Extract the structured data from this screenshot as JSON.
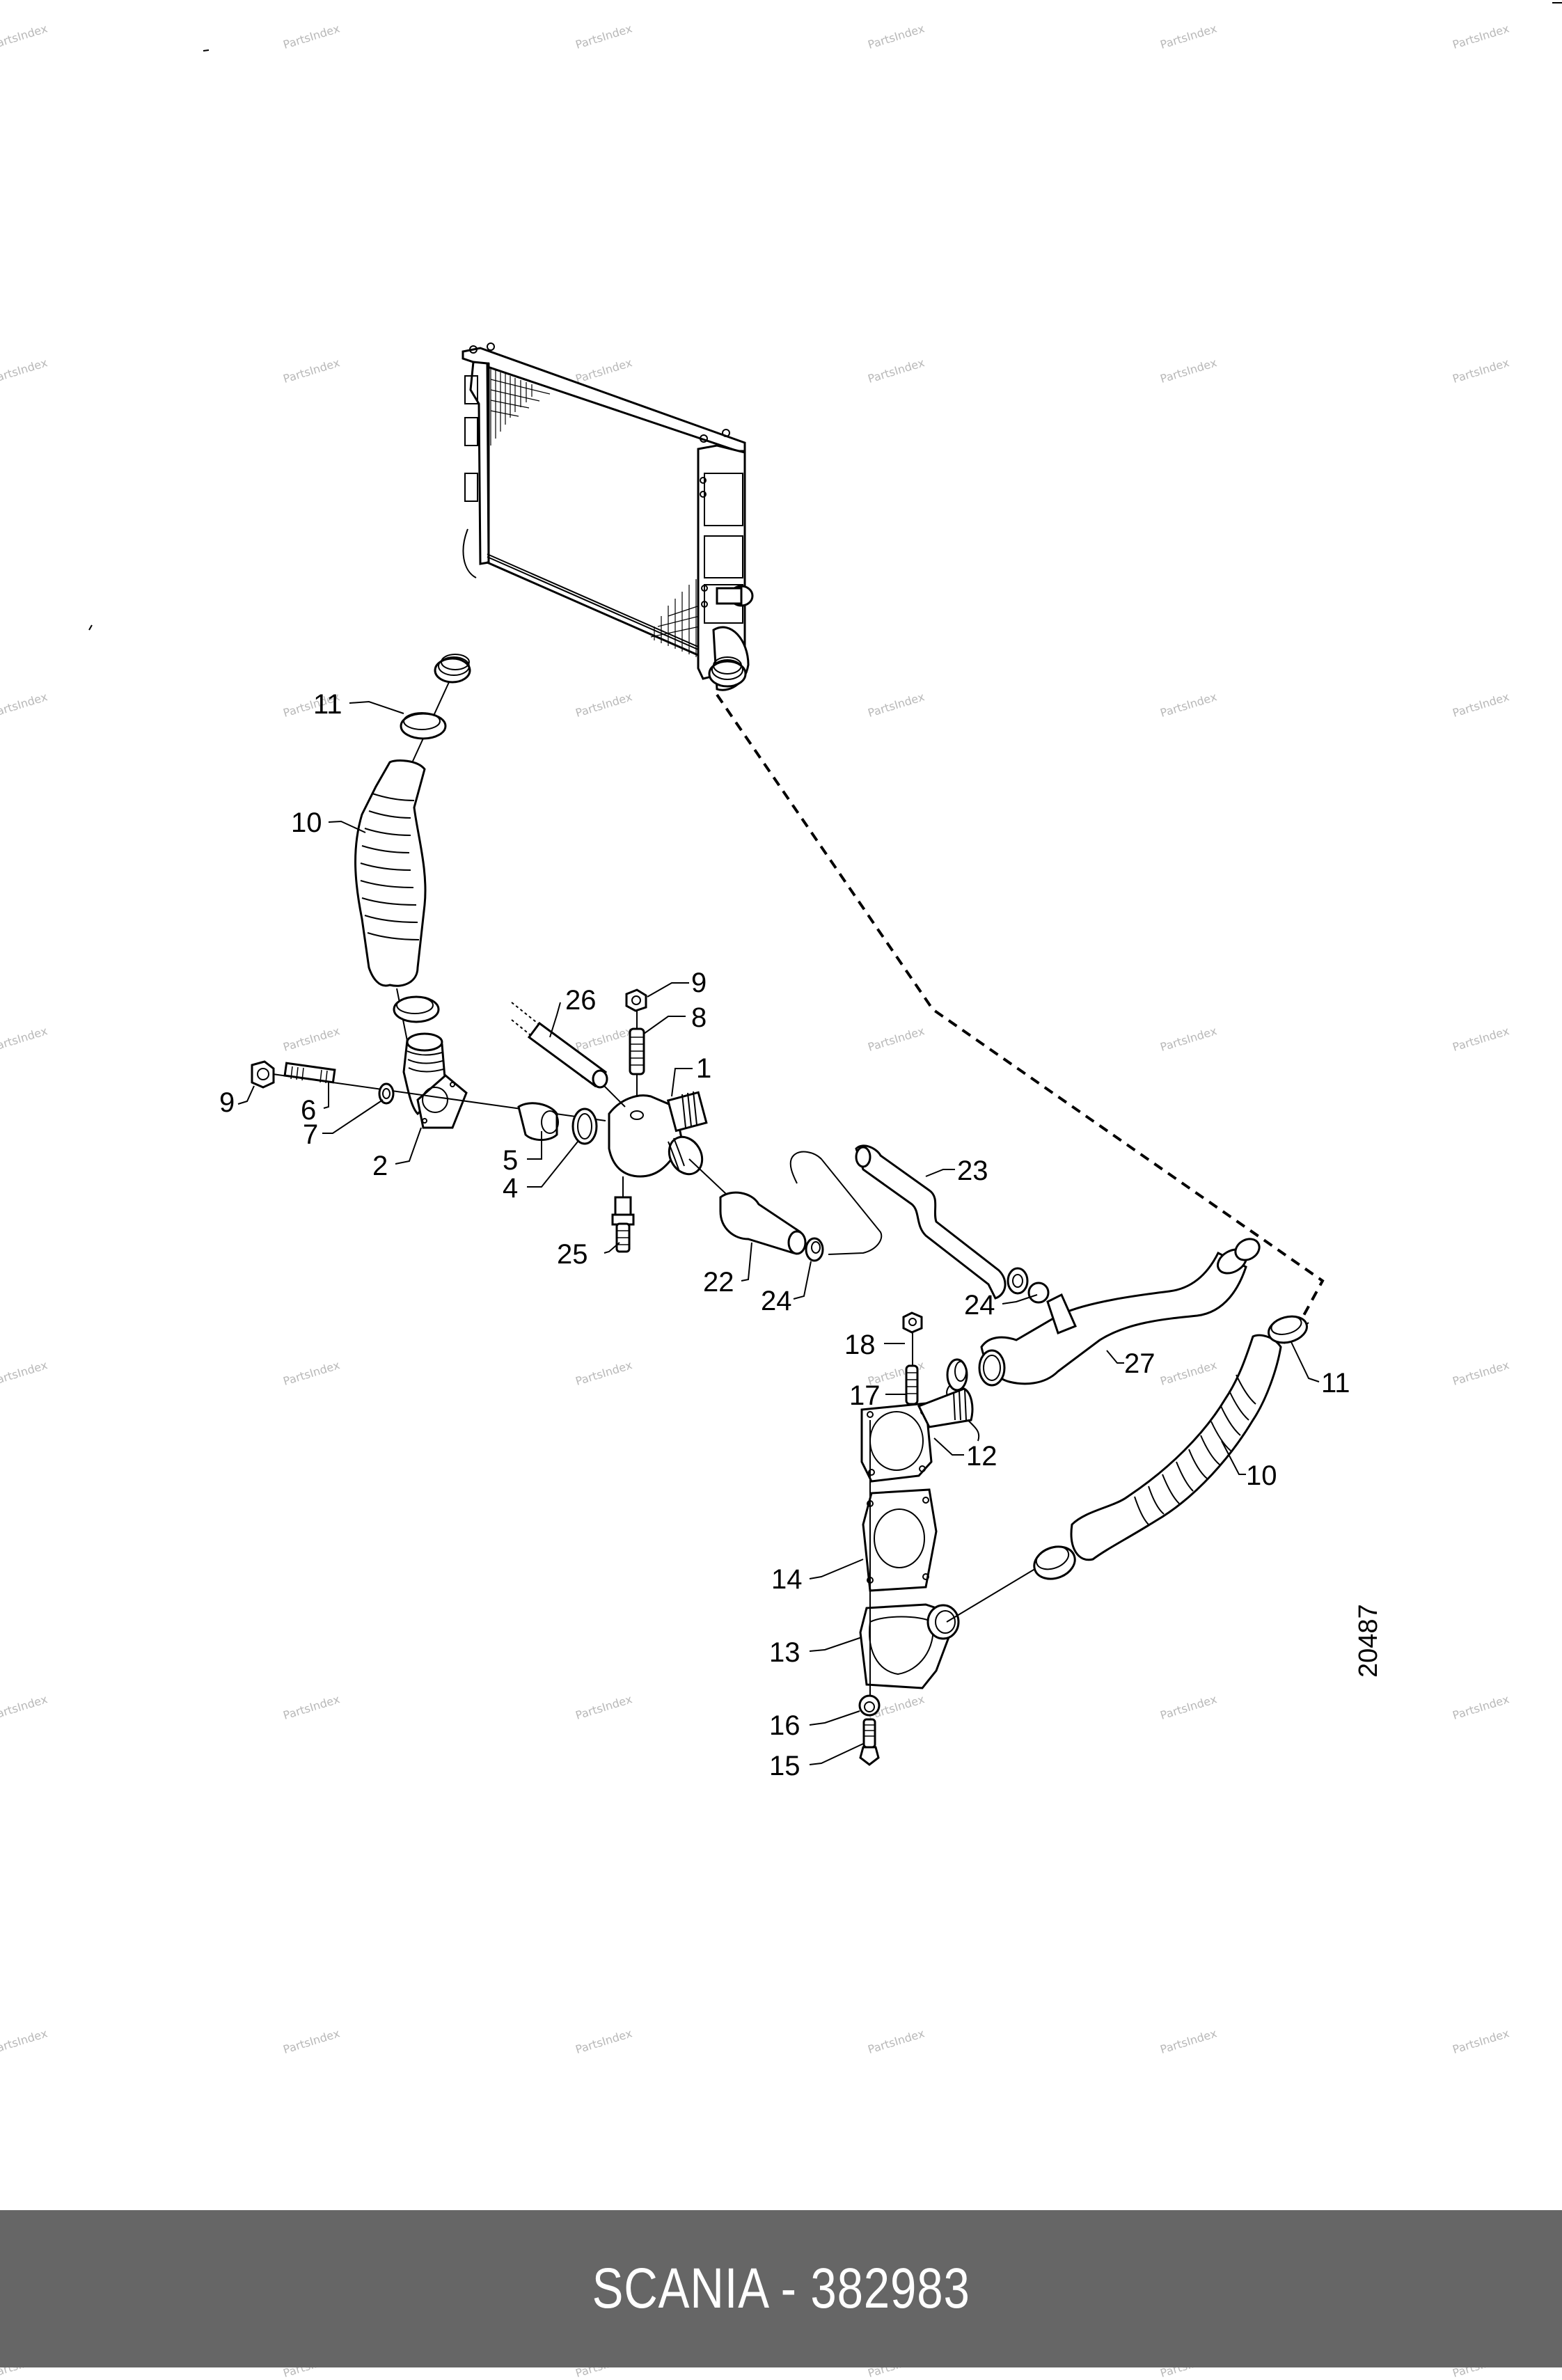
{
  "footer": {
    "title": "SCANIA - 382983",
    "background_color": "#666666",
    "text_color": "#ffffff"
  },
  "diagram": {
    "drawing_number": "20487",
    "watermark_text": "PartsIndex",
    "callouts": [
      {
        "id": "c11a",
        "label": "11",
        "part": "hose clamp"
      },
      {
        "id": "c10a",
        "label": "10",
        "part": "corrugated hose"
      },
      {
        "id": "c26",
        "label": "26",
        "part": "vent pipe"
      },
      {
        "id": "c9a",
        "label": "9",
        "part": "nut"
      },
      {
        "id": "c8",
        "label": "8",
        "part": "stud"
      },
      {
        "id": "c1",
        "label": "1",
        "part": "thermostat housing"
      },
      {
        "id": "c9b",
        "label": "9",
        "part": "nut"
      },
      {
        "id": "c6",
        "label": "6",
        "part": "stud"
      },
      {
        "id": "c7",
        "label": "7",
        "part": "washer"
      },
      {
        "id": "c2",
        "label": "2",
        "part": "elbow connection"
      },
      {
        "id": "c5",
        "label": "5",
        "part": "thermostat"
      },
      {
        "id": "c4",
        "label": "4",
        "part": "seal ring"
      },
      {
        "id": "c25",
        "label": "25",
        "part": "nipple"
      },
      {
        "id": "c22",
        "label": "22",
        "part": "hose"
      },
      {
        "id": "c24a",
        "label": "24",
        "part": "hose clamp"
      },
      {
        "id": "c23",
        "label": "23",
        "part": "pipe"
      },
      {
        "id": "c24b",
        "label": "24",
        "part": "hose clamp"
      },
      {
        "id": "c27",
        "label": "27",
        "part": "hose"
      },
      {
        "id": "c18",
        "label": "18",
        "part": "nut"
      },
      {
        "id": "c17",
        "label": "17",
        "part": "stud"
      },
      {
        "id": "c12",
        "label": "12",
        "part": "connection"
      },
      {
        "id": "c11b",
        "label": "11",
        "part": "hose clamp"
      },
      {
        "id": "c10b",
        "label": "10",
        "part": "corrugated hose"
      },
      {
        "id": "c14",
        "label": "14",
        "part": "gasket"
      },
      {
        "id": "c13",
        "label": "13",
        "part": "elbow"
      },
      {
        "id": "c16",
        "label": "16",
        "part": "washer"
      },
      {
        "id": "c15",
        "label": "15",
        "part": "screw"
      }
    ]
  }
}
